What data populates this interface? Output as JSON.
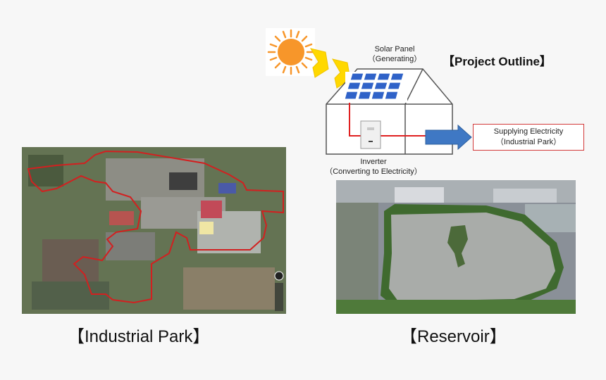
{
  "title": "【Project Outline】",
  "solar_panel": {
    "line1": "Solar Panel",
    "line2": "（Generating）"
  },
  "inverter": {
    "line1": "Inverter",
    "line2": "（Converting to Electricity）"
  },
  "supply": {
    "line1": "Supplying Electricity",
    "line2": "（Industrial Park）"
  },
  "captions": {
    "industrial_park": "【Industrial Park】",
    "reservoir": "【Reservoir】"
  },
  "colors": {
    "sun": "#f7962a",
    "arrow_yellow": "#ffd800",
    "panel_blue": "#2f62c8",
    "wire_red": "#e02020",
    "flow_arrow": "#3f78c4",
    "boundary_red": "#d22020"
  },
  "icons": [
    "sun-icon",
    "sunlight-arrow-icon",
    "house-icon",
    "solar-panel-icon",
    "inverter-icon",
    "flow-arrow-icon",
    "map-compass-icon"
  ]
}
